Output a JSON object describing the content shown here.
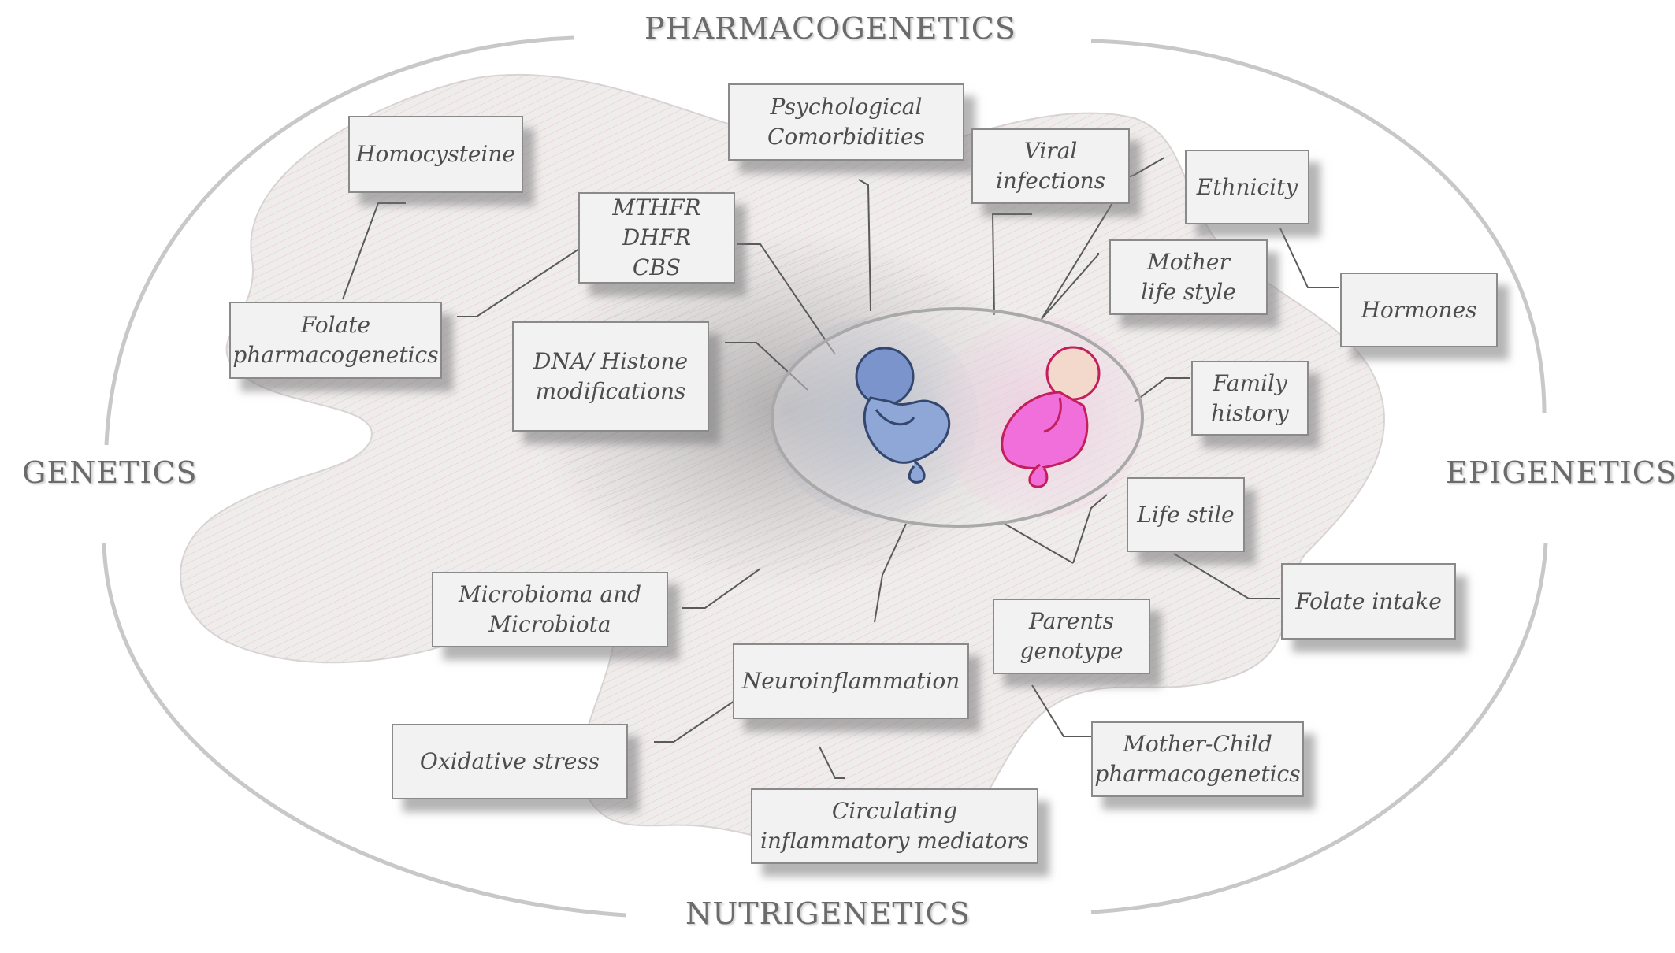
{
  "corners": {
    "top": "PHARMACOGENETICS",
    "left": "GENETICS",
    "right": "EPIGENETICS",
    "bottom": "NUTRIGENETICS"
  },
  "boxes": {
    "homocysteine": "Homocysteine",
    "folate_pharmacogenetics": "Folate\npharmacogenetics",
    "mthfr": "MTHFR\nDHFR\nCBS",
    "psychological": "Psychological\nComorbidities",
    "viral": "Viral\ninfections",
    "ethnicity": "Ethnicity",
    "mother_lifestyle": "Mother\nlife style",
    "hormones": "Hormones",
    "dna_histone": "DNA/ Histone\nmodifications",
    "family_history": "Family\nhistory",
    "life_stile": "Life stile",
    "folate_intake": "Folate intake",
    "microbioma": "Microbioma and\nMicrobiota",
    "parents_genotype": "Parents\ngenotype",
    "neuroinflammation": "Neuroinflammation",
    "oxidative_stress": "Oxidative stress",
    "mother_child": "Mother-Child\npharmacogenetics",
    "circulating": "Circulating\ninflammatory mediators"
  },
  "colors": {
    "boy": "#8ea7d6",
    "girl": "#f06fdb",
    "blob": "#ece8e8",
    "box_fill": "#f2f2f2",
    "text": "#4d4d4d"
  }
}
